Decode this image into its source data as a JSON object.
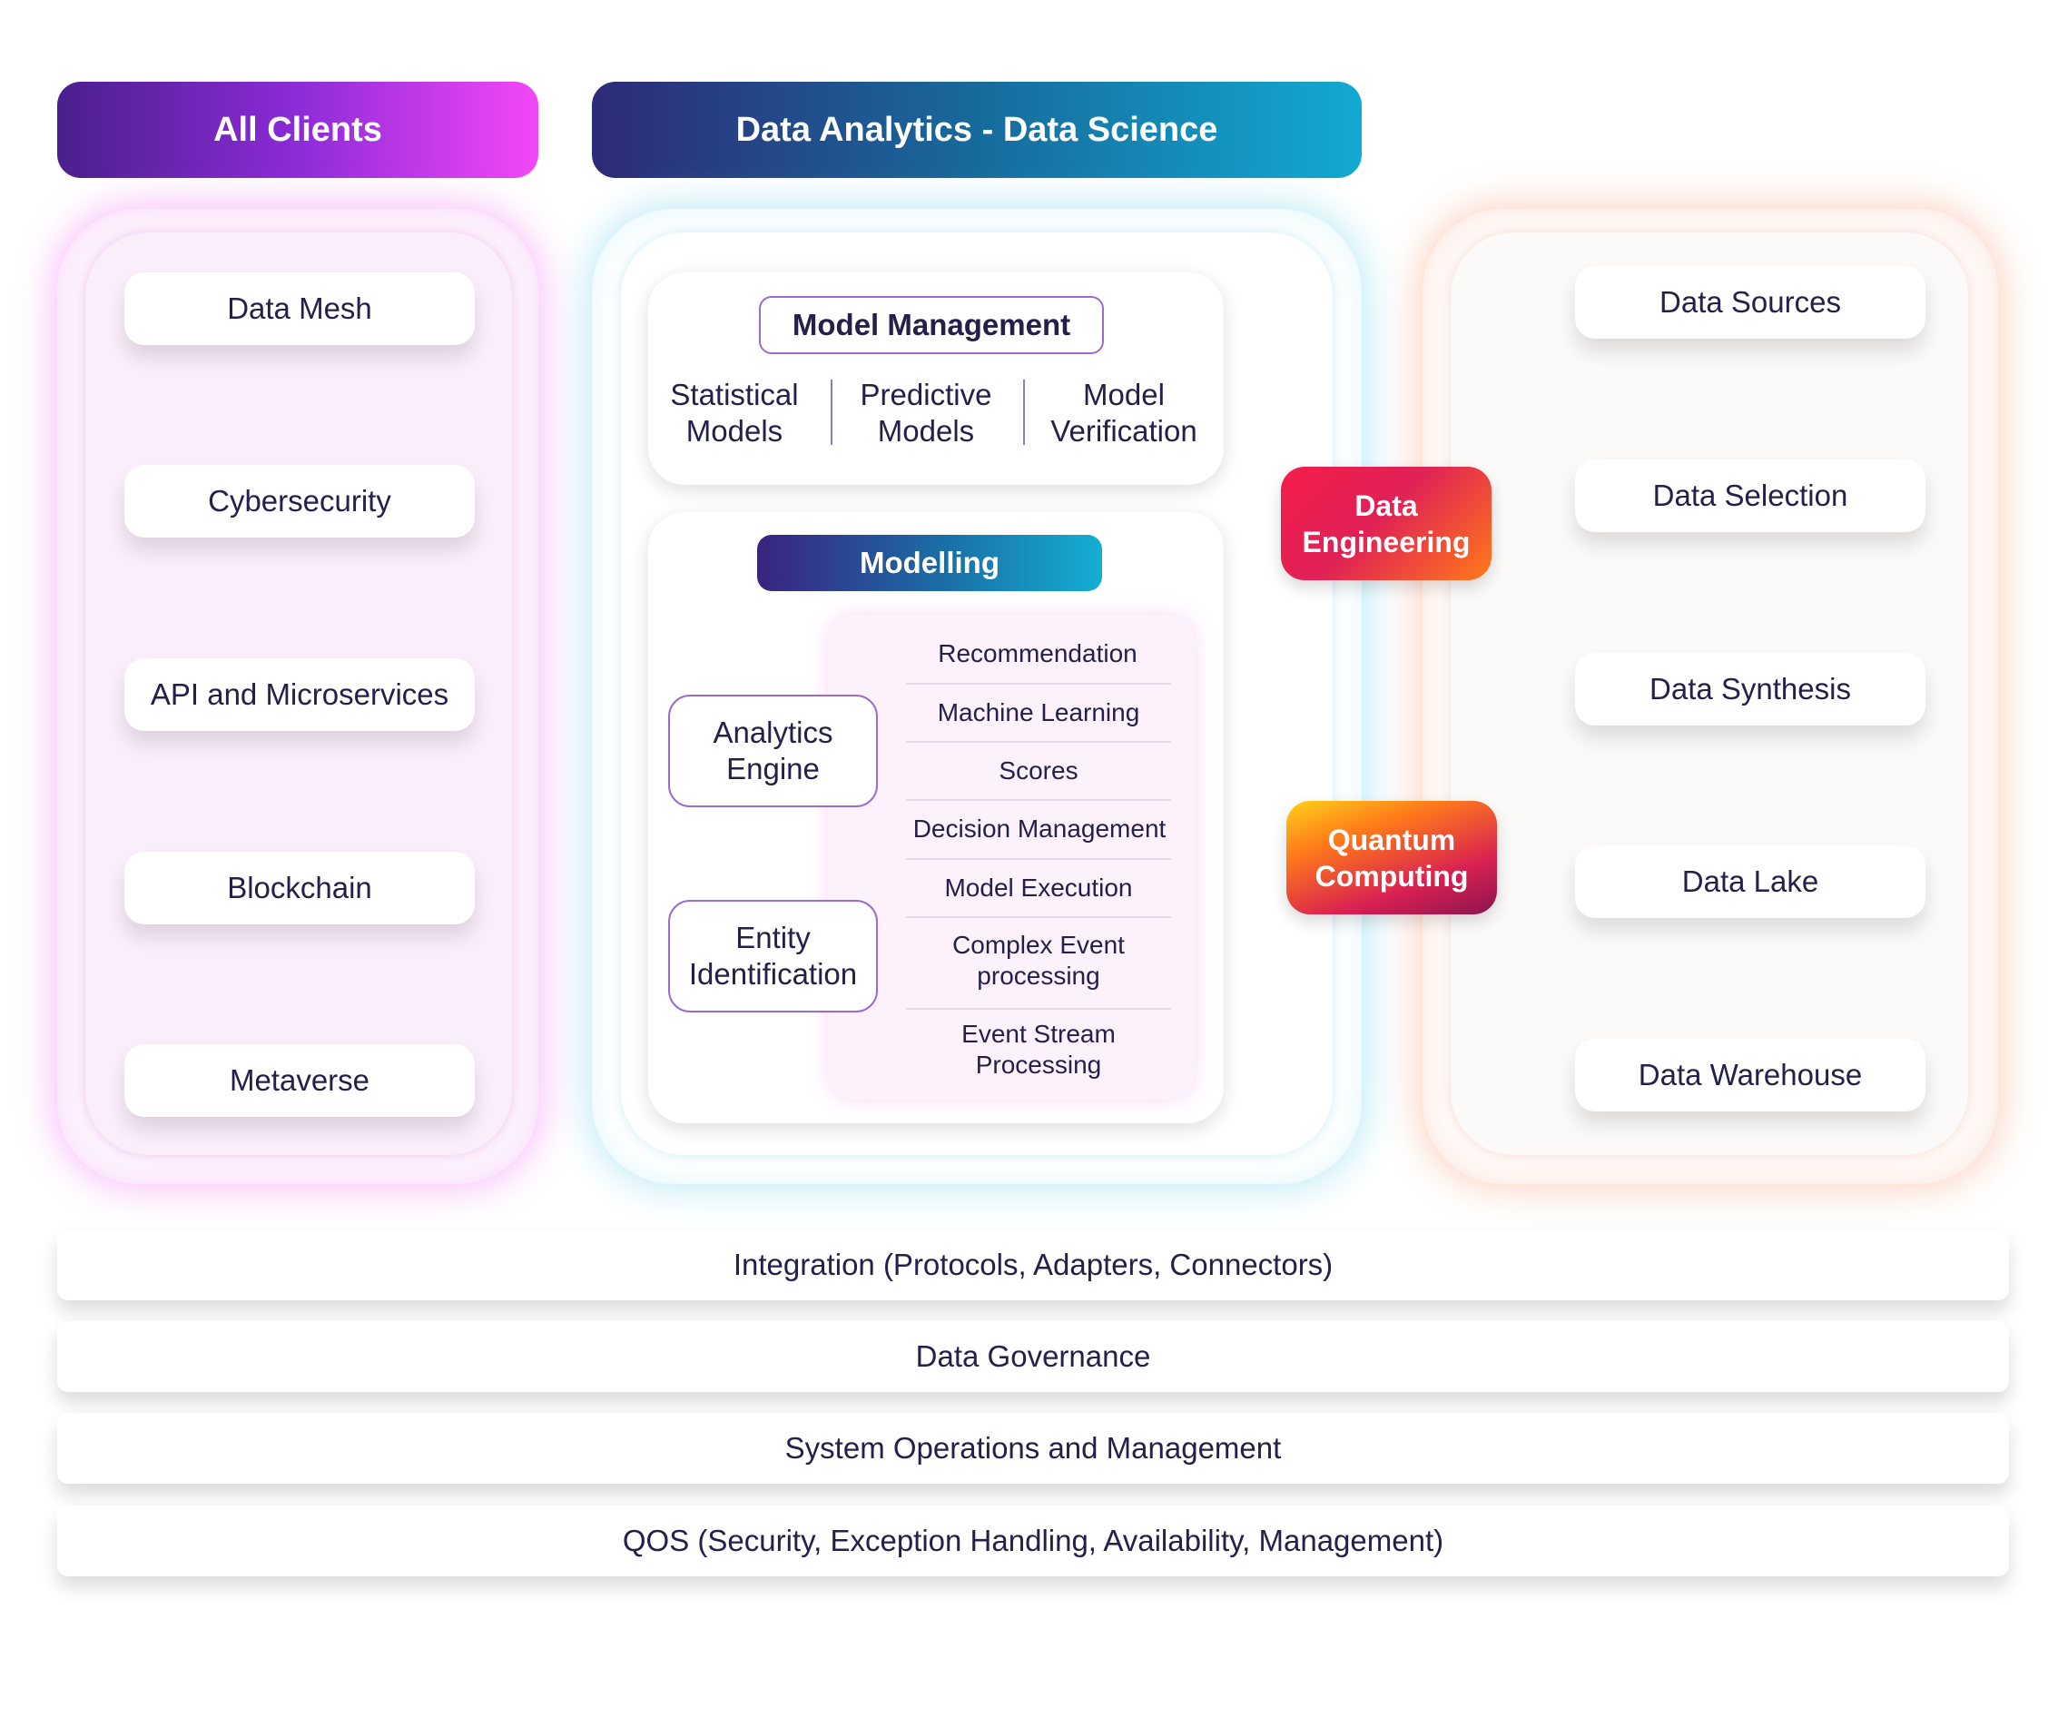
{
  "headers": {
    "clients": "All Clients",
    "analytics": "Data Analytics - Data Science"
  },
  "clients": [
    "Data Mesh",
    "Cybersecurity",
    "API and Microservices",
    "Blockchain",
    "Metaverse"
  ],
  "model_management": {
    "title": "Model Management",
    "columns": [
      {
        "line1": "Statistical",
        "line2": "Models"
      },
      {
        "line1": "Predictive",
        "line2": "Models"
      },
      {
        "line1": "Model",
        "line2": "Verification"
      }
    ]
  },
  "modelling": {
    "title": "Modelling",
    "engines": [
      {
        "line1": "Analytics",
        "line2": "Engine"
      },
      {
        "line1": "Entity",
        "line2": "Identification"
      }
    ],
    "features": [
      {
        "line1": "Recommendation",
        "line2": ""
      },
      {
        "line1": "Machine Learning",
        "line2": ""
      },
      {
        "line1": "Scores",
        "line2": ""
      },
      {
        "line1": "Decision Management",
        "line2": ""
      },
      {
        "line1": "Model Execution",
        "line2": ""
      },
      {
        "line1": "Complex Event",
        "line2": "processing"
      },
      {
        "line1": "Event Stream",
        "line2": "Processing"
      }
    ]
  },
  "badges": {
    "data_engineering": {
      "line1": "Data",
      "line2": "Engineering"
    },
    "quantum_computing": {
      "line1": "Quantum",
      "line2": "Computing"
    }
  },
  "data_column": [
    "Data Sources",
    "Data Selection",
    "Data Synthesis",
    "Data Lake",
    "Data Warehouse"
  ],
  "bottom_bars": [
    "Integration (Protocols, Adapters, Connectors)",
    "Data Governance",
    "System Operations and Management",
    "QOS (Security, Exception Handling, Availability, Management)"
  ],
  "colors": {
    "text": "#23214a",
    "clients_gradient": [
      "#4a1f8c",
      "#f447f6"
    ],
    "analytics_gradient": [
      "#2e2a78",
      "#12aad2"
    ],
    "engineering_gradient": [
      "#f41e4a",
      "#ff7a1a"
    ],
    "outline_purple": "#9b6bd0"
  }
}
